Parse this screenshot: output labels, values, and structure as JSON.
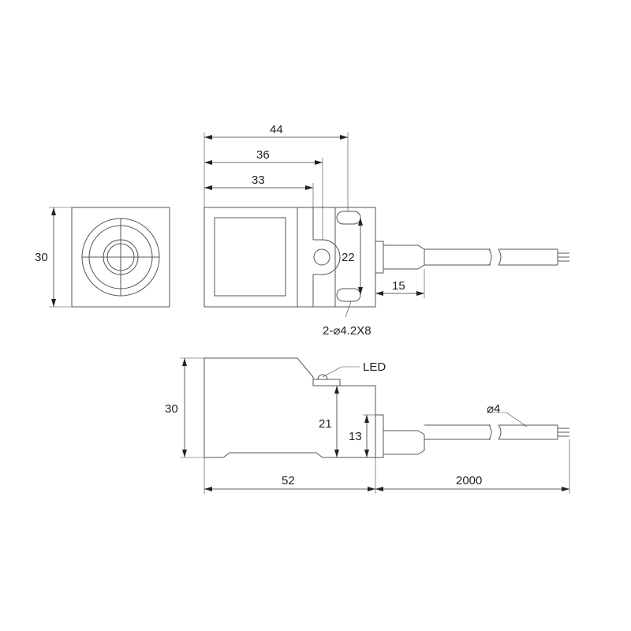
{
  "front_view": {
    "dim_height": "30"
  },
  "top_view": {
    "dim_total_length": "44",
    "dim_length_36": "36",
    "dim_length_33": "33",
    "dim_slot_pitch": "22",
    "dim_cable_boss": "15",
    "mounting_holes": "2-⌀4.2X8"
  },
  "side_view": {
    "led_label": "LED",
    "dim_height": "30",
    "dim_height_21": "21",
    "dim_height_13": "13",
    "dim_body_length": "52",
    "dim_cable_length": "2000",
    "cable_diameter": "⌀4"
  }
}
